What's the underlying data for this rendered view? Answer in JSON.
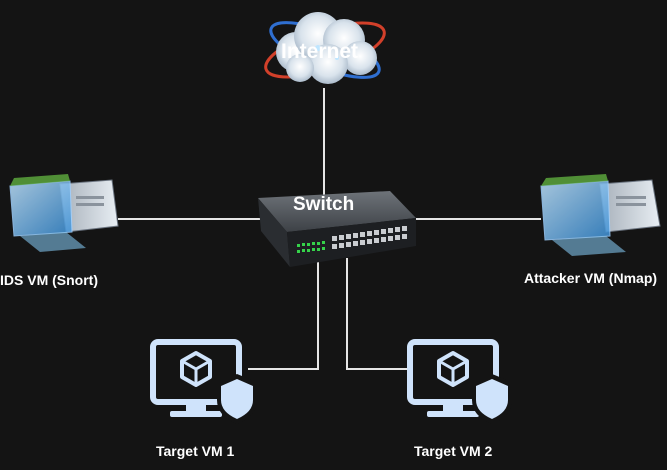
{
  "labels": {
    "internet": "Internet",
    "switch": "Switch",
    "ids_vm": "IDS VM (Snort)",
    "attacker_vm": "Attacker VM (Nmap)",
    "target_vm_1": "Target VM 1",
    "target_vm_2": "Target VM 2"
  },
  "colors": {
    "background": "#141414",
    "connector": "#e6e6e6",
    "monitor_icon": "#cfe3fb",
    "switch_led": "#35d24a"
  },
  "icons": {
    "internet": "cloud-globe-icon",
    "switch": "network-switch-icon",
    "ids_vm": "pc-vm-icon",
    "attacker_vm": "pc-vm-icon",
    "target_vm_1": "secured-monitor-icon",
    "target_vm_2": "secured-monitor-icon"
  }
}
